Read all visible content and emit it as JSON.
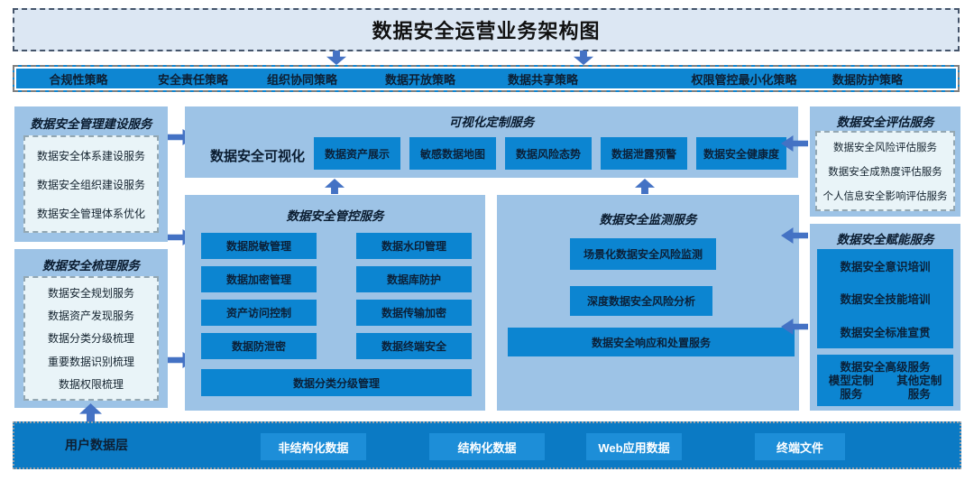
{
  "title": "数据安全运营业务架构图",
  "colors": {
    "bar_blue": "#0b7ac4",
    "button_blue": "#0c85d1",
    "panel_light_blue": "#9dc3e6",
    "pale_box": "#e9f4f8",
    "banner_fill": "#dce7f3",
    "arrow_blue": "#4472c4",
    "text_dark": "#0d2235",
    "text_white": "#ffffff"
  },
  "policy_bar": {
    "items": [
      "合规性策略",
      "安全责任策略",
      "组织协同策略",
      "数据开放策略",
      "数据共享策略",
      "权限管控最小化策略",
      "数据防护策略"
    ]
  },
  "left_column": {
    "management_box": {
      "title": "数据安全管理建设服务",
      "items": [
        "数据安全体系建设服务",
        "数据安全组织建设服务",
        "数据安全管理体系优化"
      ]
    },
    "combing_box": {
      "title": "数据安全梳理服务",
      "items": [
        "数据安全规划服务",
        "数据资产发现服务",
        "数据分类分级梳理",
        "重要数据识别梳理",
        "数据权限梳理"
      ]
    }
  },
  "visualization_box": {
    "title": "可视化定制服务",
    "label": "数据安全可视化",
    "buttons": [
      "数据资产展示",
      "敏感数据地图",
      "数据风险态势",
      "数据泄露预警",
      "数据安全健康度"
    ]
  },
  "control_box": {
    "title": "数据安全管控服务",
    "left_buttons": [
      "数据脱敏管理",
      "数据加密管理",
      "资产访问控制",
      "数据防泄密"
    ],
    "right_buttons": [
      "数据水印管理",
      "数据库防护",
      "数据传输加密",
      "数据终端安全"
    ],
    "bottom_button": "数据分类分级管理"
  },
  "monitor_box": {
    "title": "数据安全监测服务",
    "buttons": [
      "场景化数据安全风险监测",
      "深度数据安全风险分析",
      "数据安全响应和处置服务"
    ]
  },
  "right_column": {
    "evaluation_box": {
      "title": "数据安全评估服务",
      "items": [
        "数据安全风险评估服务",
        "数据安全成熟度评估服务",
        "个人信息安全影响评估服务"
      ]
    },
    "enablement_box": {
      "title": "数据安全赋能服务",
      "items": [
        "数据安全意识培训",
        "数据安全技能培训",
        "数据安全标准宣贯"
      ],
      "advanced_title": "数据安全高级服务",
      "advanced_items": [
        "模型定制服务",
        "其他定制服务"
      ]
    }
  },
  "bottom_bar": {
    "label": "用户数据层",
    "buttons": [
      "非结构化数据",
      "结构化数据",
      "Web应用数据",
      "终端文件"
    ]
  }
}
